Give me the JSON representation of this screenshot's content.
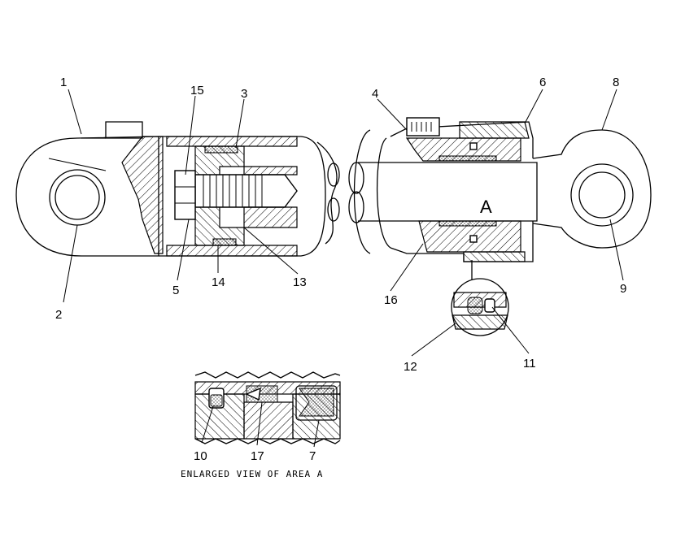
{
  "callouts": {
    "c1": "1",
    "c2": "2",
    "c3": "3",
    "c4": "4",
    "c5": "5",
    "c6": "6",
    "c7": "7",
    "c8": "8",
    "c9": "9",
    "c10": "10",
    "c11": "11",
    "c12": "12",
    "c13": "13",
    "c14": "14",
    "c15": "15",
    "c16": "16",
    "c17": "17"
  },
  "area_marker": "A",
  "caption": "ENLARGED VIEW OF AREA A"
}
